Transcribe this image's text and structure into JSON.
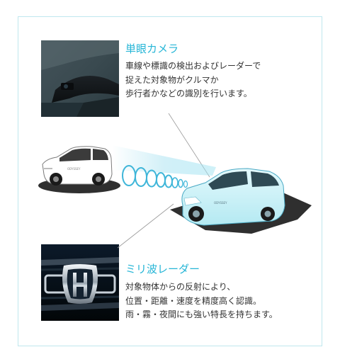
{
  "camera": {
    "title": "単眼カメラ",
    "lines": [
      "車線や標識の検出およびレーダーで",
      "捉えた対象物がクルマか",
      "歩行者かなどの識別を行います。"
    ]
  },
  "radar": {
    "title": "ミリ波レーダー",
    "lines": [
      "対象物体からの反射により、",
      "位置・距離・速度を精度高く認識。",
      "雨・霧・夜間にも強い特長を持ちます。"
    ]
  },
  "colors": {
    "accent": "#25b5d6",
    "frame_border": "#bfe7ee",
    "highlight_car": "#cdf3f8",
    "text": "#333333"
  }
}
